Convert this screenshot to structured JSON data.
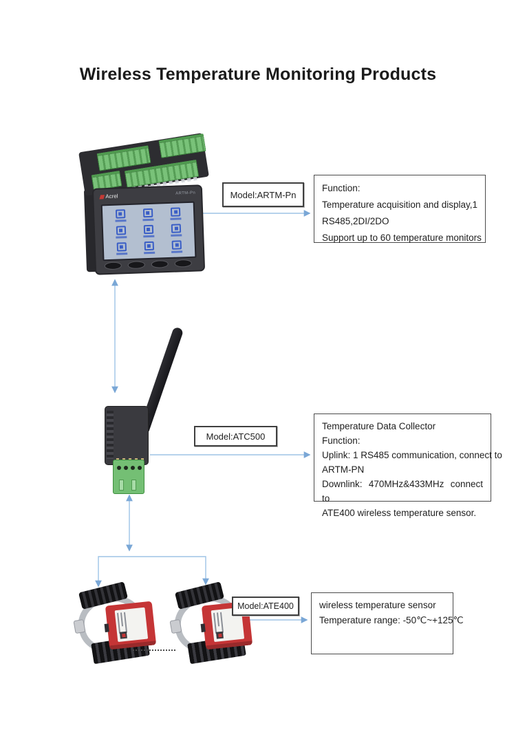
{
  "title": "Wireless Temperature Monitoring Products",
  "devices": {
    "artm": {
      "brand": "Acrel",
      "panel_model": "ARTM-Pn",
      "model_label": "Model:ARTM-Pn",
      "function_lines": [
        "Function:",
        "Temperature acquisition and display,1",
        "RS485,2DI/2DO",
        "Support up to 60 temperature monitors"
      ]
    },
    "atc": {
      "model_label": "Model:ATC500",
      "function_lines": [
        "Temperature Data Collector",
        "Function:",
        "Uplink: 1 RS485 communication, connect to",
        "ARTM-PN",
        "Downlink: 470MHz&433MHz connect to",
        "ATE400 wireless temperature sensor."
      ]
    },
    "ate": {
      "model_label": "Model:ATE400",
      "function_lines": [
        "wireless temperature sensor",
        "Temperature range: -50℃~+125℃"
      ]
    }
  },
  "colors": {
    "arrow_line": "#9dc3e6",
    "arrow_head": "#7aa7d6",
    "box_border": "#404040",
    "sensor_red": "#c53536",
    "terminal_green": "#74bf74",
    "device_dark": "#3a3a3e",
    "lcd_background": "#b3bfd0",
    "lcd_icon_blue": "#3a5ec6"
  }
}
